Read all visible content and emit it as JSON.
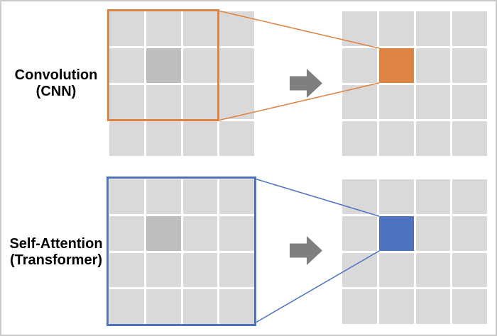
{
  "rows": [
    {
      "id": "cnn",
      "label_lines": [
        "Convolution",
        "(CNN)"
      ],
      "accent": "#DD8344",
      "receptive_field": "3x3 local window",
      "output_highlight": "orange"
    },
    {
      "id": "transformer",
      "label_lines": [
        "Self-Attention",
        "(Transformer)"
      ],
      "accent": "#4C72C0",
      "receptive_field": "entire 4x4 grid (global)",
      "output_highlight": "blue"
    }
  ],
  "colors": {
    "background": "#FFFFFF",
    "frame_border": "#C9C9C9",
    "cell": "#D9D9D9",
    "center_cell": "#BEBEBE",
    "orange": "#DD8344",
    "blue": "#4C72C0",
    "arrow": "#7F7F7F",
    "label_text": "#000000"
  },
  "grids": [
    {
      "id": "grid-cnn-input",
      "rows": 4,
      "cols": 4,
      "highlight": {
        "row": 2,
        "col": 2,
        "color": "center_cell"
      }
    },
    {
      "id": "grid-cnn-output",
      "rows": 4,
      "cols": 4,
      "highlight": {
        "row": 2,
        "col": 2,
        "color": "orange"
      }
    },
    {
      "id": "grid-attn-input",
      "rows": 4,
      "cols": 4,
      "highlight": {
        "row": 2,
        "col": 2,
        "color": "center_cell"
      }
    },
    {
      "id": "grid-attn-output",
      "rows": 4,
      "cols": 4,
      "highlight": {
        "row": 2,
        "col": 2,
        "color": "blue"
      }
    }
  ],
  "icons": {
    "arrow_right": "block right arrow"
  }
}
